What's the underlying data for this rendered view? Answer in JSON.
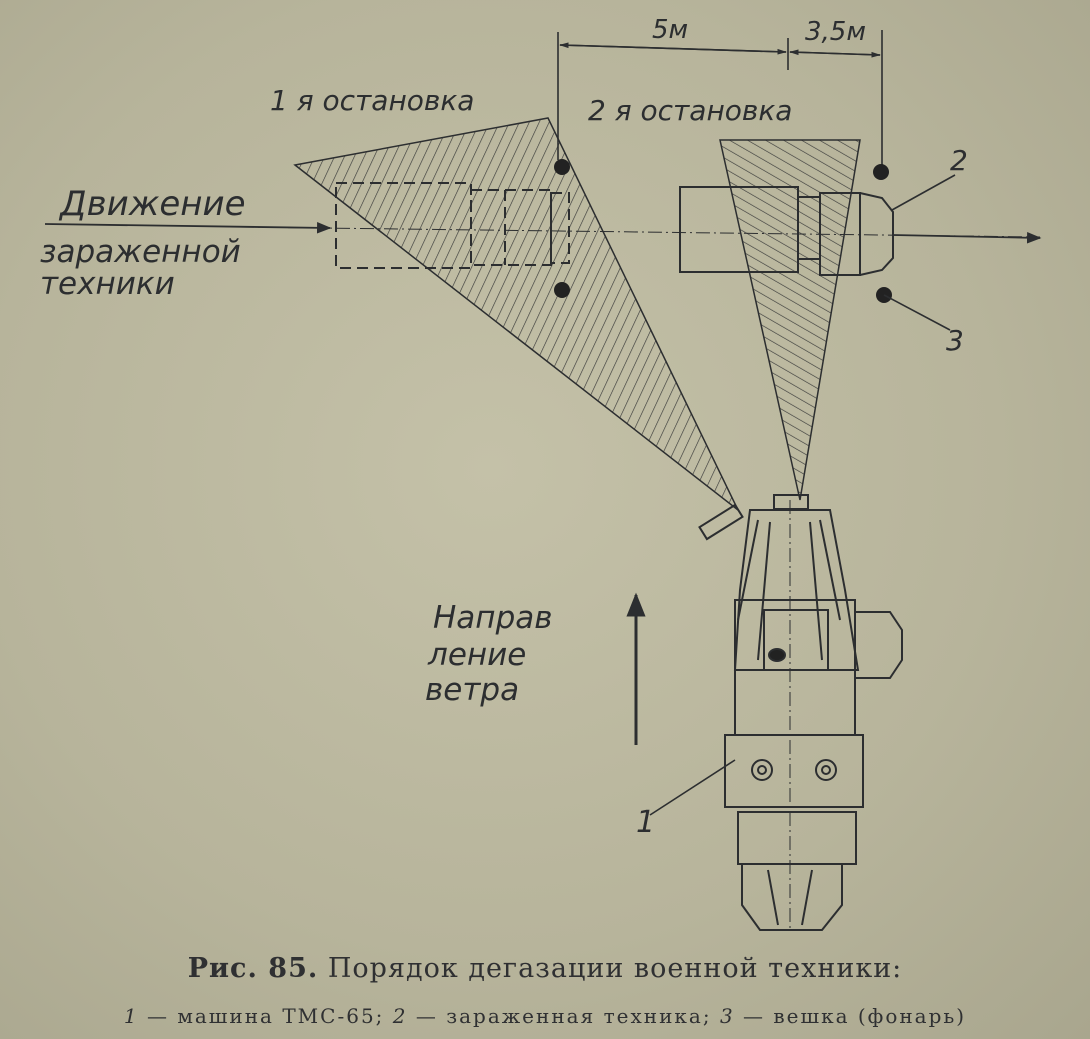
{
  "labels": {
    "dim_left": "5м",
    "dim_right": "3,5м",
    "stop1": "1 я остановка",
    "stop2": "2 я остановка",
    "motion_line1": "Движение",
    "motion_line2": "зараженной",
    "motion_line3": "техники",
    "wind_line1": "Направ",
    "wind_line2": "ление",
    "wind_line3": "ветра",
    "callout_1": "1",
    "callout_2": "2",
    "callout_3": "3"
  },
  "caption": {
    "fig_no": "Рис. 85.",
    "title": "Порядок дегазации военной техники:",
    "legend_n1": "1",
    "legend_t1": " — машина ТМС-65; ",
    "legend_n2": "2",
    "legend_t2": " — зараженная техника; ",
    "legend_n3": "3",
    "legend_t3": " — вешка (фонарь)"
  },
  "colors": {
    "paper": "#b8b59c",
    "ink": "#2c2e30"
  }
}
